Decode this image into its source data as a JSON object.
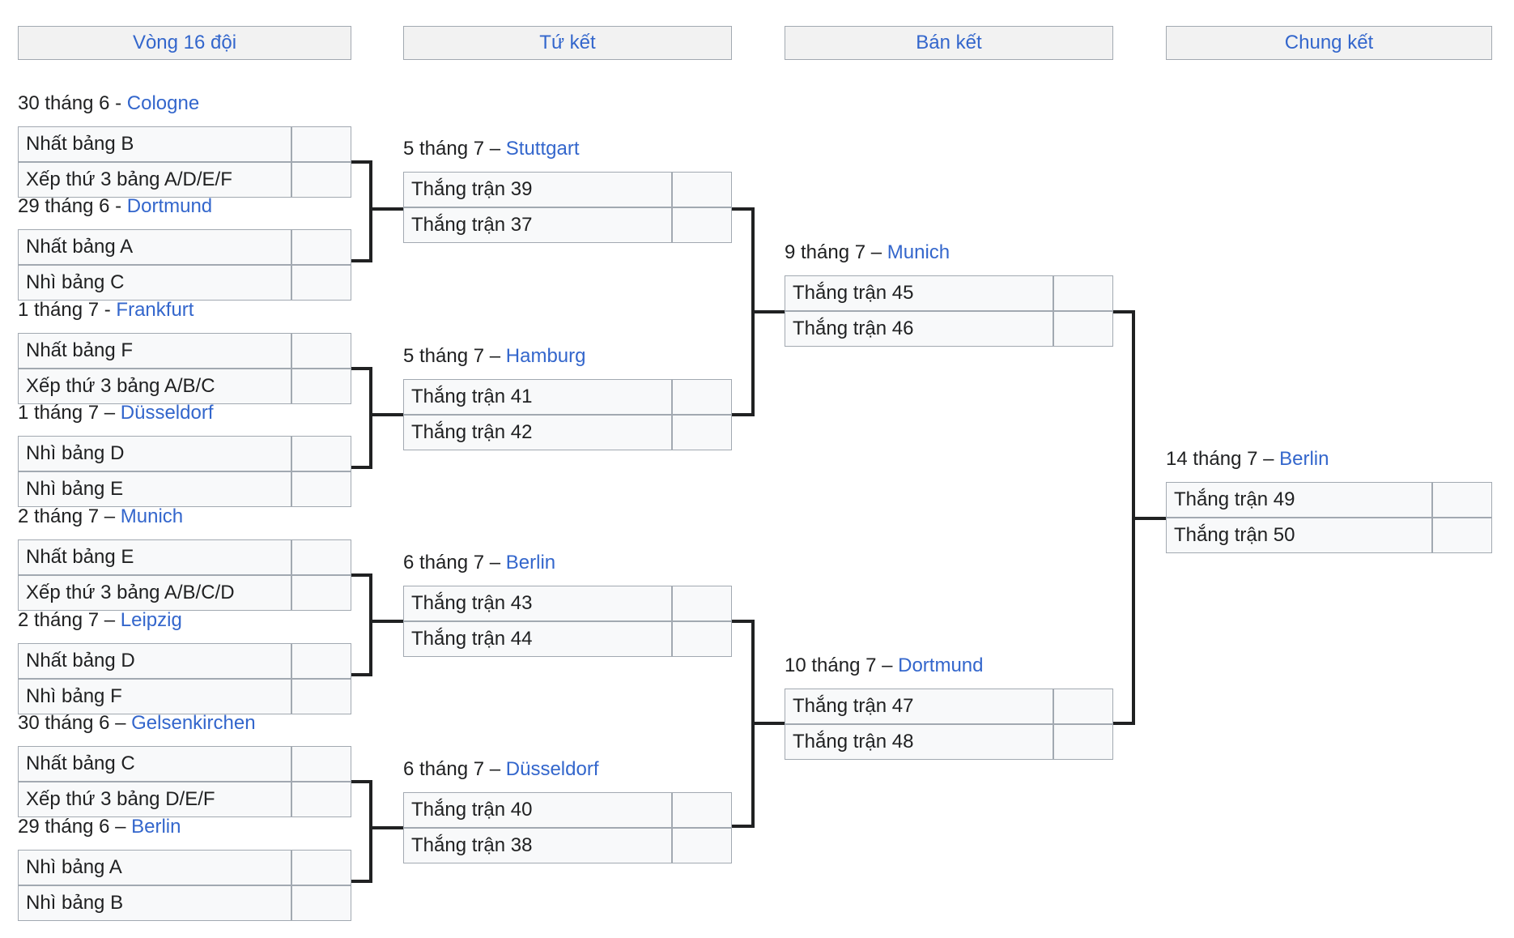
{
  "rounds": [
    {
      "label": "Vòng 16 đội"
    },
    {
      "label": "Tứ kết"
    },
    {
      "label": "Bán kết"
    },
    {
      "label": "Chung kết"
    }
  ],
  "matches": {
    "r16_1": {
      "date": "30 tháng 6",
      "sep": " - ",
      "venue": "Cologne",
      "team1": "Nhất bảng B",
      "team2": "Xếp thứ 3 bảng A/D/E/F",
      "score1": "",
      "score2": ""
    },
    "r16_2": {
      "date": "29 tháng 6",
      "sep": " - ",
      "venue": "Dortmund",
      "team1": "Nhất bảng A",
      "team2": "Nhì bảng C",
      "score1": "",
      "score2": ""
    },
    "r16_3": {
      "date": "1 tháng 7",
      "sep": " - ",
      "venue": "Frankfurt",
      "team1": "Nhất bảng F",
      "team2": "Xếp thứ 3 bảng A/B/C",
      "score1": "",
      "score2": ""
    },
    "r16_4": {
      "date": "1 tháng 7",
      "sep": " – ",
      "venue": "Düsseldorf",
      "team1": "Nhì bảng D",
      "team2": "Nhì bảng E",
      "score1": "",
      "score2": ""
    },
    "r16_5": {
      "date": "2 tháng 7",
      "sep": " – ",
      "venue": "Munich",
      "team1": "Nhất bảng E",
      "team2": "Xếp thứ 3 bảng A/B/C/D",
      "score1": "",
      "score2": ""
    },
    "r16_6": {
      "date": "2 tháng 7",
      "sep": " – ",
      "venue": "Leipzig",
      "team1": "Nhất bảng D",
      "team2": "Nhì bảng F",
      "score1": "",
      "score2": ""
    },
    "r16_7": {
      "date": "30 tháng 6",
      "sep": " – ",
      "venue": "Gelsenkirchen",
      "team1": "Nhất bảng C",
      "team2": "Xếp thứ 3 bảng D/E/F",
      "score1": "",
      "score2": ""
    },
    "r16_8": {
      "date": "29 tháng 6",
      "sep": " – ",
      "venue": "Berlin",
      "team1": "Nhì bảng A",
      "team2": "Nhì bảng B",
      "score1": "",
      "score2": ""
    },
    "qf_1": {
      "date": "5 tháng 7",
      "sep": " – ",
      "venue": "Stuttgart",
      "team1": "Thắng trận 39",
      "team2": "Thắng trận 37",
      "score1": "",
      "score2": ""
    },
    "qf_2": {
      "date": "5 tháng 7",
      "sep": " – ",
      "venue": "Hamburg",
      "team1": "Thắng trận 41",
      "team2": "Thắng trận 42",
      "score1": "",
      "score2": ""
    },
    "qf_3": {
      "date": "6 tháng 7",
      "sep": " – ",
      "venue": "Berlin",
      "team1": "Thắng trận 43",
      "team2": "Thắng trận 44",
      "score1": "",
      "score2": ""
    },
    "qf_4": {
      "date": "6 tháng 7",
      "sep": " – ",
      "venue": "Düsseldorf",
      "team1": "Thắng trận 40",
      "team2": "Thắng trận 38",
      "score1": "",
      "score2": ""
    },
    "sf_1": {
      "date": "9 tháng 7",
      "sep": " – ",
      "venue": "Munich",
      "team1": "Thắng trận 45",
      "team2": "Thắng trận 46",
      "score1": "",
      "score2": ""
    },
    "sf_2": {
      "date": "10 tháng 7",
      "sep": " – ",
      "venue": "Dortmund",
      "team1": "Thắng trận 47",
      "team2": "Thắng trận 48",
      "score1": "",
      "score2": ""
    },
    "final": {
      "date": "14 tháng 7",
      "sep": " – ",
      "venue": "Berlin",
      "team1": "Thắng trận 49",
      "team2": "Thắng trận 50",
      "score1": "",
      "score2": ""
    }
  }
}
